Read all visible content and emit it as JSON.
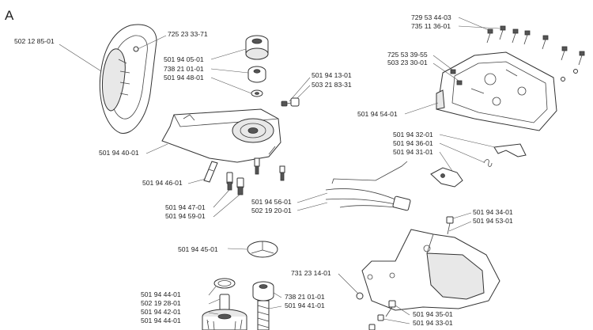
{
  "section_letter": "A",
  "labels": {
    "handle_bar": "502 12 85-01",
    "handle_screw": "725 23 33-71",
    "clutch_drum": "501 94 05-01",
    "clutch_bearing": "738 21 01-01",
    "clutch_washer": "501 94 48-01",
    "screw_a": "501 94 13-01",
    "screw_b": "503 21 83-31",
    "gear_housing": "501 94 40-01",
    "bracket": "501 94 46-01",
    "bolt_a": "501 94 47-01",
    "bolt_b": "501 94 59-01",
    "disc": "501 94 45-01",
    "bearing_ring": "501 94 44-01",
    "pin": "502 19 28-01",
    "gear_a": "501 94 42-01",
    "gear_b": "501 94 44-01",
    "shaft_bearing": "738 21 01-01",
    "shaft_gear": "501 94 41-01",
    "top_screw_a": "729 53 44-03",
    "top_screw_b": "735 11 36-01",
    "cover_screw_a": "725 53 39-55",
    "cover_screw_b": "503 23 30-01",
    "cover": "501 94 54-01",
    "trigger_a": "501 94 32-01",
    "trigger_b": "501 94 36-01",
    "trigger_c": "501 94 31-01",
    "wire": "501 94 56-01",
    "switch": "502 19 20-01",
    "rear_screw_a": "501 94 34-01",
    "rear_screw_b": "501 94 53-01",
    "nut": "731 23 14-01",
    "handle_screw_a": "501 94 35-01",
    "handle_screw_b": "501 94 33-01"
  }
}
